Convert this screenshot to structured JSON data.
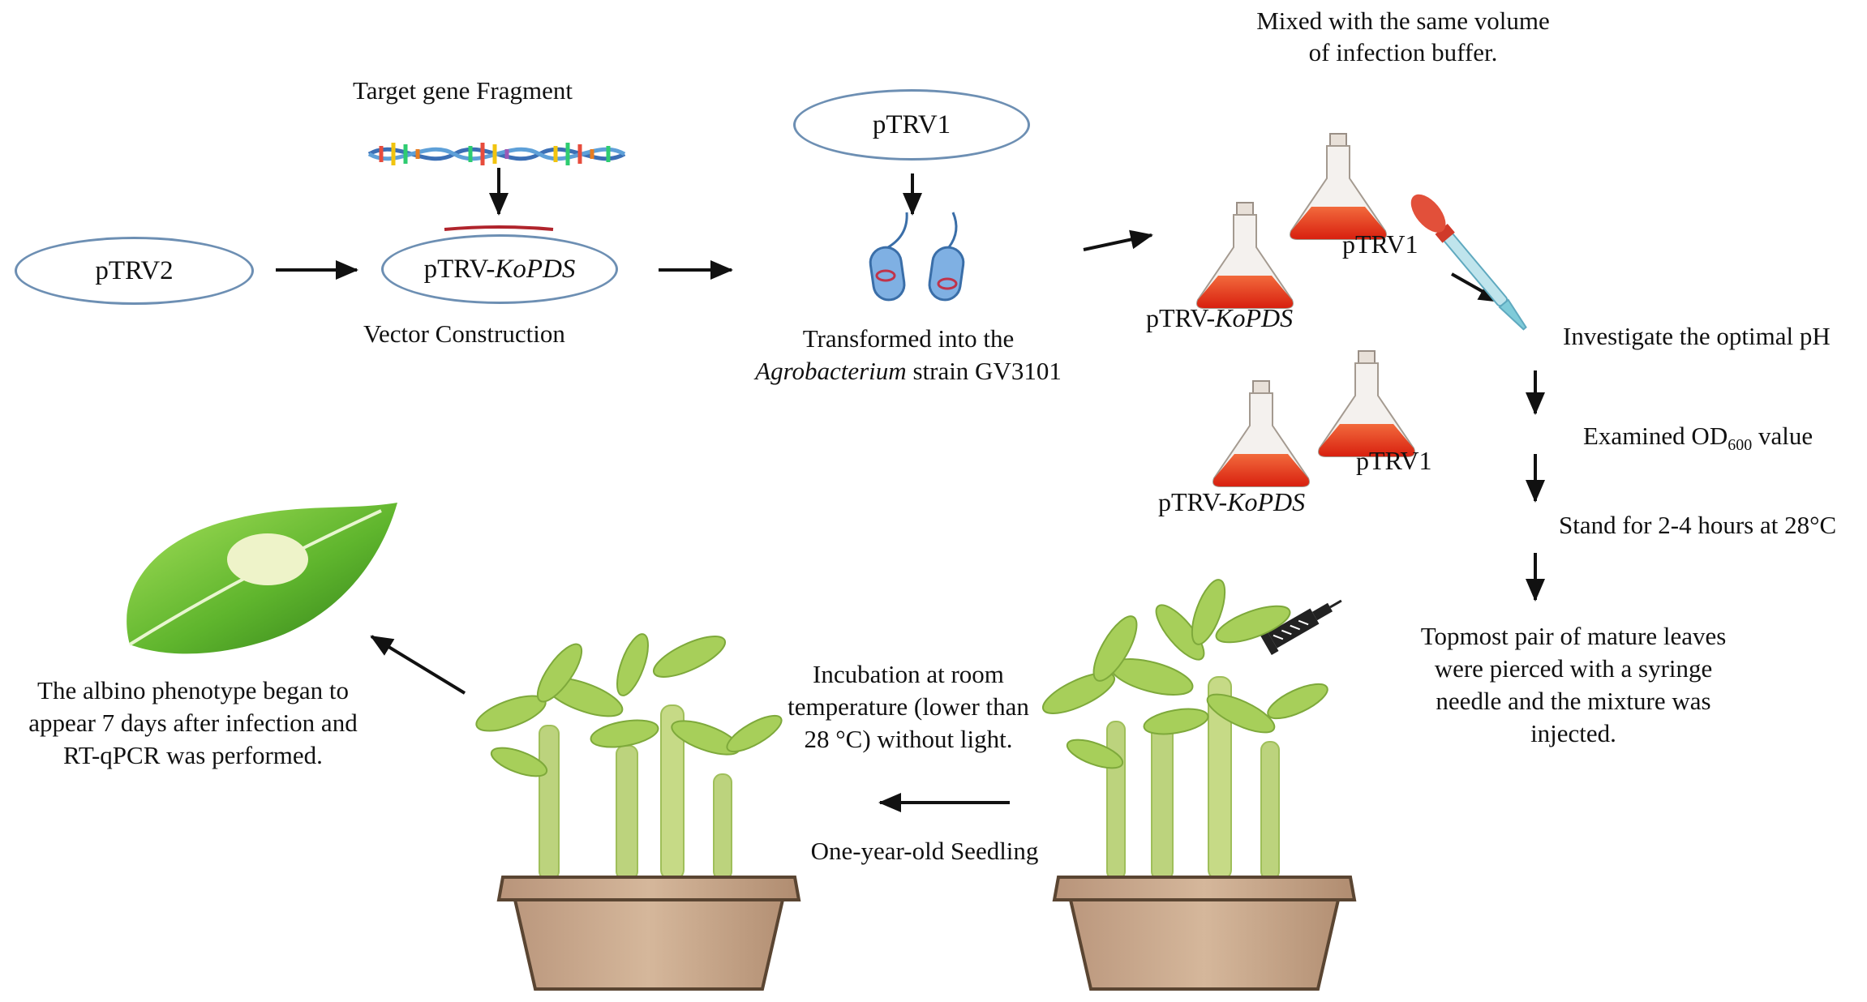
{
  "colors": {
    "ellipse_border": "#6d8fb3",
    "flask_liquid": "#e8331c",
    "leaf_green": "#5fb52d",
    "pot_brown": "#c9a98a",
    "stem_green": "#b9cf7a"
  },
  "vector": {
    "target_label": "Target gene Fragment",
    "ptrv2": "pTRV2",
    "ptrv_prefix": "pTRV-",
    "gene_italic": "KoPDS",
    "construction_label": "Vector Construction"
  },
  "transform": {
    "ptrv1": "pTRV1",
    "line1": "Transformed into the",
    "line2_italic": "Agrobacterium",
    "line2_rest": " strain GV3101"
  },
  "mix": {
    "line1": "Mixed with the same volume",
    "line2": "of infection buffer.",
    "flask_labels": [
      "pTRV1",
      "pTRV1"
    ],
    "ptrv_prefix": "pTRV-",
    "gene_italic": "KoPDS"
  },
  "steps": {
    "ph": "Investigate the optimal pH",
    "od_pre": "Examined OD",
    "od_sub": "600",
    "od_post": " value",
    "stand": "Stand for 2-4 hours at 28°C",
    "inject": [
      "Topmost pair of mature leaves",
      "were pierced with a syringe",
      "needle and the mixture was",
      "injected."
    ]
  },
  "incubation": {
    "lines": [
      "Incubation at room",
      "temperature (lower than",
      "28 °C) without light."
    ],
    "seedling": "One-year-old Seedling"
  },
  "result": {
    "lines": [
      "The albino phenotype began to",
      "appear 7 days after infection and",
      "RT-qPCR was performed."
    ]
  }
}
